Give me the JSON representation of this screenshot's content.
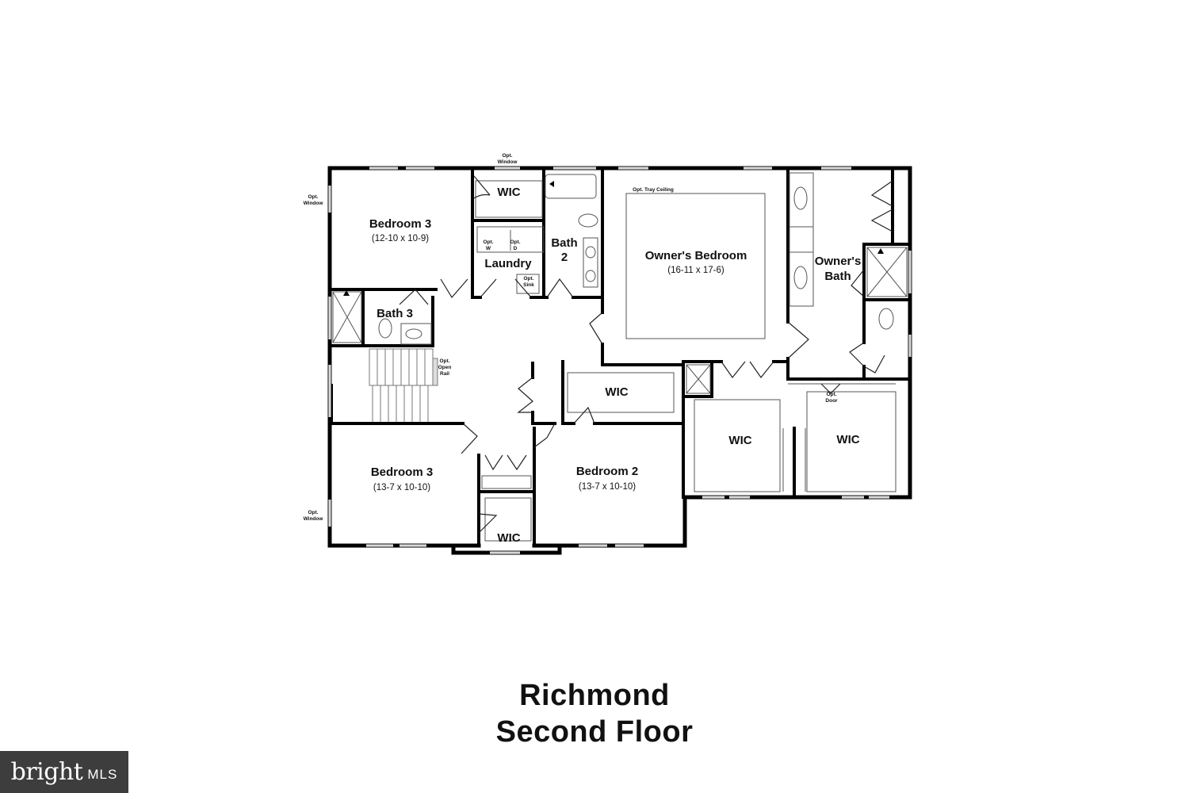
{
  "plan": {
    "title": "Richmond",
    "subtitle": "Second Floor",
    "rooms": {
      "bedroom3_top": {
        "name": "Bedroom 3",
        "dims": "(12-10 x 10-9)"
      },
      "bedroom3_bottom": {
        "name": "Bedroom 3",
        "dims": "(13-7 x 10-10)"
      },
      "bedroom2": {
        "name": "Bedroom 2",
        "dims": "(13-7 x 10-10)"
      },
      "owners_bedroom": {
        "name": "Owner's Bedroom",
        "dims": "(16-11 x 17-6)"
      },
      "owners_bath": {
        "line1": "Owner's",
        "line2": "Bath"
      },
      "bath2": {
        "line1": "Bath",
        "line2": "2"
      },
      "bath3": {
        "name": "Bath 3"
      },
      "laundry": {
        "name": "Laundry"
      },
      "wic_top": {
        "name": "WIC"
      },
      "wic_mid": {
        "name": "WIC"
      },
      "wic_bottom": {
        "name": "WIC"
      },
      "wic_owner_left": {
        "name": "WIC"
      },
      "wic_owner_right": {
        "name": "WIC"
      }
    },
    "notes": {
      "opt_window_top": [
        "Opt.",
        "Window"
      ],
      "opt_window_left_top": [
        "Opt.",
        "Window"
      ],
      "opt_window_left_bottom": [
        "Opt.",
        "Window"
      ],
      "opt_tray_ceiling": "Opt. Tray Ceiling",
      "opt_w": [
        "Opt.",
        "W"
      ],
      "opt_d": [
        "Opt.",
        "D"
      ],
      "opt_sink": [
        "Opt.",
        "Sink"
      ],
      "opt_open_rail": [
        "Opt.",
        "Open",
        "Rail"
      ],
      "opt_door": [
        "Opt.",
        "Door"
      ]
    }
  },
  "branding": {
    "logo_main": "bright",
    "logo_sub": "MLS"
  }
}
